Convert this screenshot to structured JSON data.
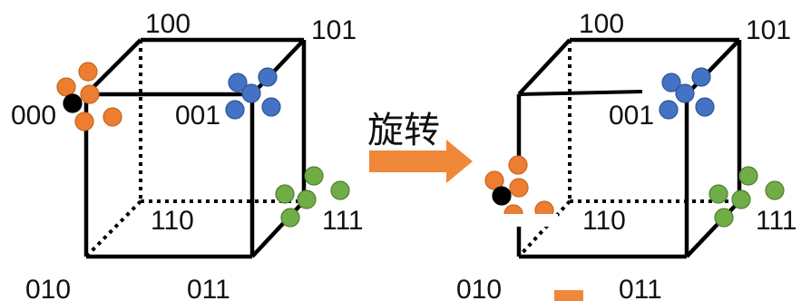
{
  "arrow": {
    "label": "旋转",
    "color": "#F0883A"
  },
  "left_cube": {
    "labels": {
      "v000": "000",
      "v001": "001",
      "v100": "100",
      "v101": "101",
      "v110": "110",
      "v111": "111",
      "v010": "010",
      "v011": "011"
    }
  },
  "right_cube": {
    "labels": {
      "v001": "001",
      "v100": "100",
      "v101": "101",
      "v110": "110",
      "v111": "111",
      "v010": "010",
      "v011": "011"
    }
  },
  "colors": {
    "orange": "#ED7D31",
    "blue": "#4472C4",
    "green": "#70AD47",
    "black": "#000000"
  }
}
